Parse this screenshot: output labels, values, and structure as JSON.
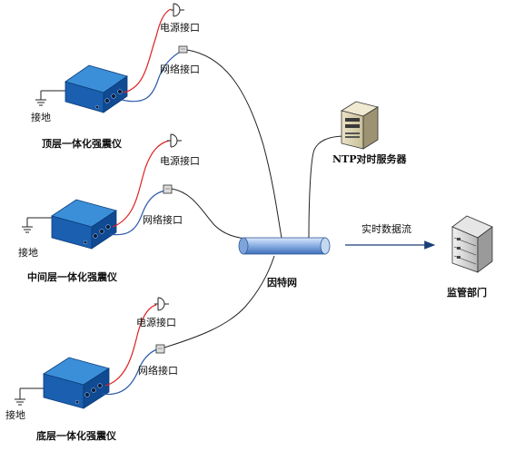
{
  "devices": [
    {
      "name": "顶层一体化强震仪",
      "power": "电源接口",
      "network": "网络接口",
      "ground": "接地"
    },
    {
      "name": "中间层一体化强震仪",
      "power": "电源接口",
      "network": "网络接口",
      "ground": "接地"
    },
    {
      "name": "底层一体化强震仪",
      "power": "电源接口",
      "network": "网络接口",
      "ground": "接地"
    }
  ],
  "ethernet": {
    "label": "因特网"
  },
  "ntp": {
    "label": "NTP对时服务器"
  },
  "flow": {
    "label": "实时数据流"
  },
  "monitor": {
    "label": "监管部门"
  },
  "colors": {
    "box_top": "#3b8fd8",
    "box_front": "#1a5fb0",
    "box_side": "#0d3f80",
    "power_cable": "#e02020",
    "signal_cable": "#2a5aa8",
    "pipe": "#6f9bd6",
    "arrow": "#1a3f7a"
  }
}
